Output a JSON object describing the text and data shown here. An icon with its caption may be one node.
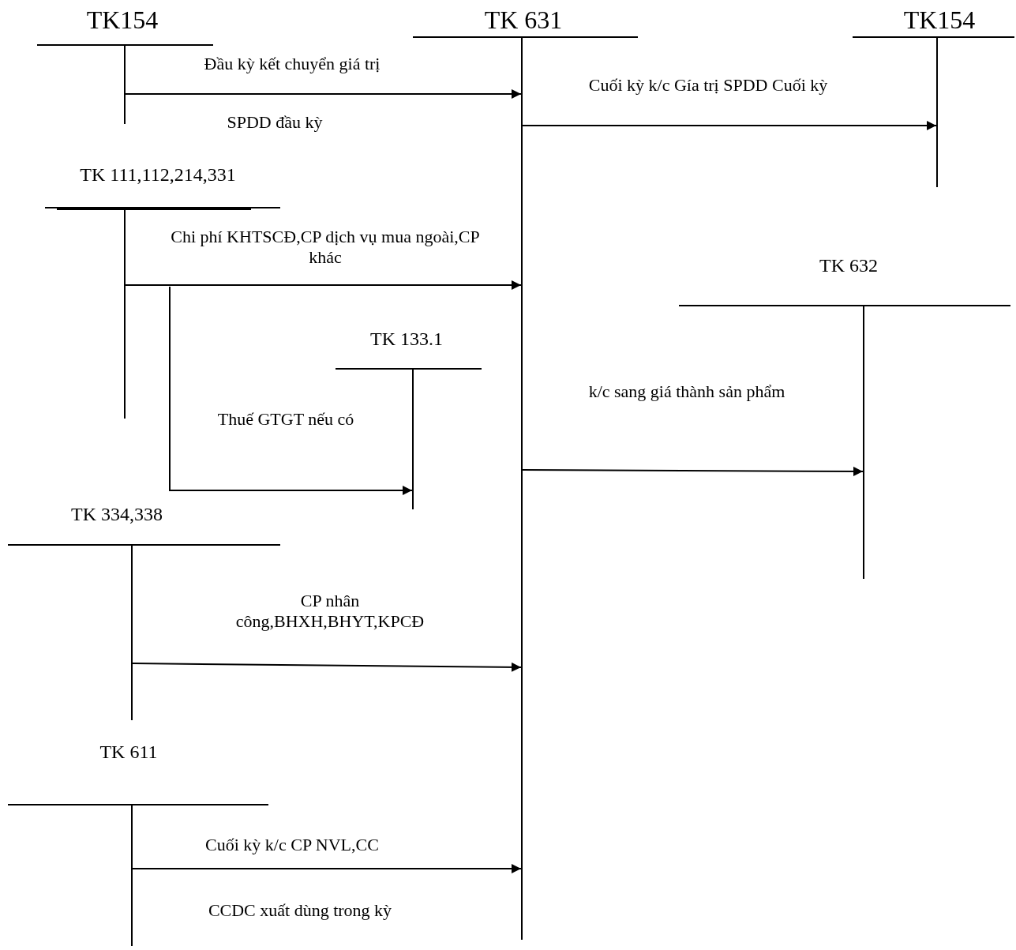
{
  "diagram": {
    "nodes": [
      {
        "text": [
          "TK154"
        ]
      },
      {
        "text": [
          "TK 631"
        ]
      },
      {
        "text": [
          "TK154"
        ]
      },
      {
        "text": [
          "TK 111,112,214,331"
        ]
      },
      {
        "text": [
          "TK 632"
        ]
      },
      {
        "text": [
          "TK 133.1"
        ]
      },
      {
        "text": [
          "TK 334,338"
        ]
      },
      {
        "text": [
          "TK 611"
        ]
      }
    ],
    "edges": [
      {
        "from": 0,
        "to": 1,
        "arrow": "to",
        "label": "Đầu kỳ kết chuyển giá trị"
      },
      {
        "from": 1,
        "to": 2,
        "arrow": "to",
        "label": "Cuối kỳ k/c Gía trị SPDD Cuối kỳ"
      },
      {
        "from": 3,
        "to": 1,
        "arrow": "to",
        "label": "Chi phí KHTSCĐ,CP dịch vụ mua ngoài,CP khác"
      },
      {
        "from": 3,
        "to": 5,
        "arrow": "to",
        "label": "Thuế GTGT nếu có"
      },
      {
        "from": 1,
        "to": 4,
        "arrow": "to",
        "label": "k/c sang giá thành sản phẩm"
      },
      {
        "from": 6,
        "to": 1,
        "arrow": "to",
        "label": "CP nhân công,BHXH,BHYT,KPCĐ"
      },
      {
        "from": 7,
        "to": 1,
        "arrow": "to",
        "label": "Cuối kỳ k/c CP NVL,CC"
      }
    ],
    "labels": [
      "SPDD đầu kỳ",
      "CCDC xuất dùng trong kỳ"
    ]
  }
}
